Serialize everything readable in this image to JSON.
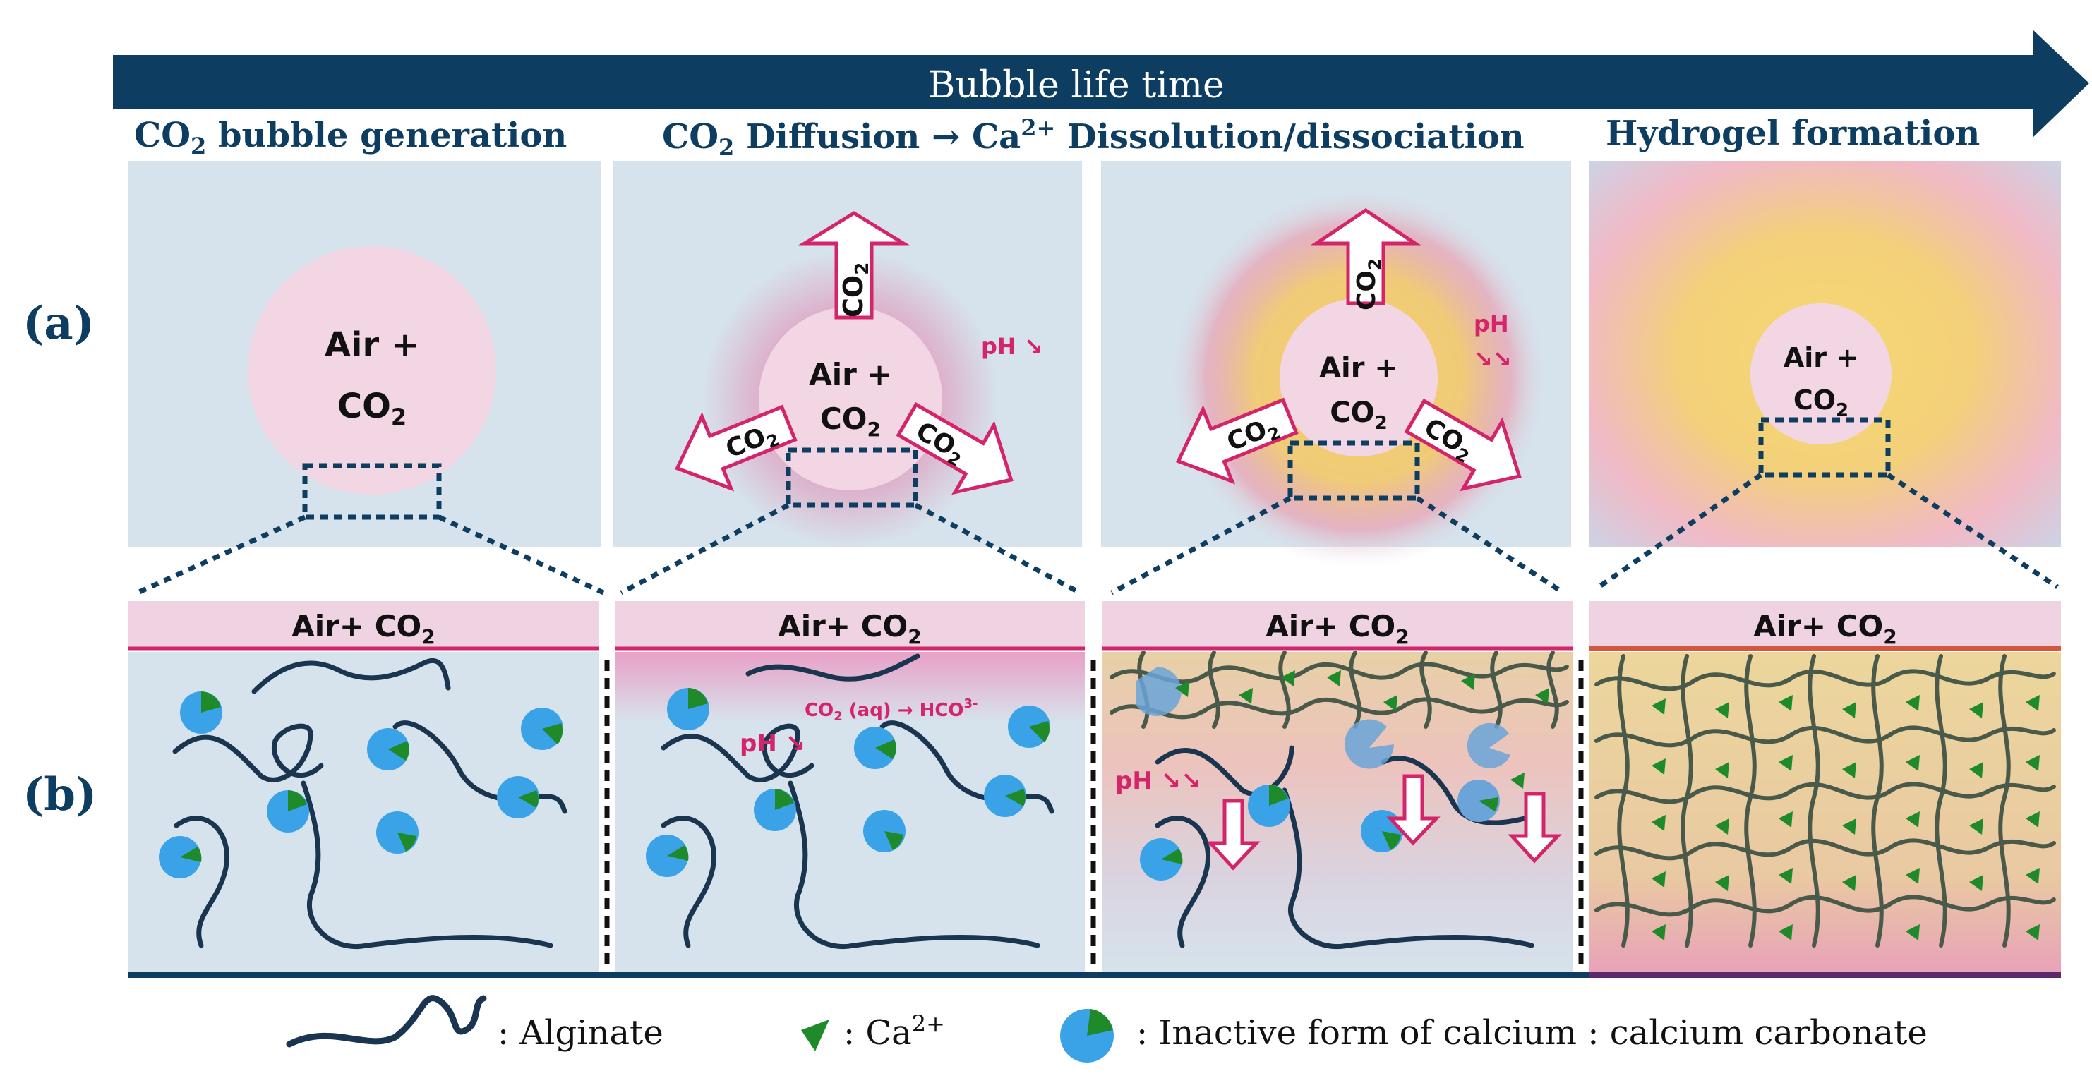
{
  "timeline": {
    "label": "Bubble life time"
  },
  "stages": {
    "s1": {
      "main": "CO",
      "sub": "2",
      "rest": " bubble generation"
    },
    "s2": {
      "main": "CO",
      "sub": "2",
      "rest": " Diffusion → Ca",
      "sup": "2+",
      "rest2": " Dissolution/dissociation"
    },
    "s3": {
      "label": "Hydrogel formation"
    }
  },
  "rows": {
    "a": "(a)",
    "b": "(b)"
  },
  "bubble": {
    "air": "Air +",
    "co": "CO",
    "sub": "2"
  },
  "interface": {
    "air": "Air+ CO",
    "sub": "2"
  },
  "ph": {
    "label": "pH",
    "down": "↘",
    "down2": "↘↘"
  },
  "reaction": {
    "co": "CO",
    "sub": "2",
    "rest": " (aq) → HCO",
    "sup": "3-"
  },
  "legend": {
    "alginate": ": Alginate",
    "ca": ": Ca",
    "ca_sup": "2+",
    "caco3": ": Inactive form of calcium : calcium carbonate"
  },
  "colors": {
    "arrow": "#0e3d62",
    "panel": "#d6e3ec",
    "bubble": "#f2d6e3",
    "magenta": "#d4246a",
    "chain": "#1a3550",
    "particle": "#3aa3e8",
    "ion": "#1f8a2a",
    "gel": "#e8d28a"
  }
}
